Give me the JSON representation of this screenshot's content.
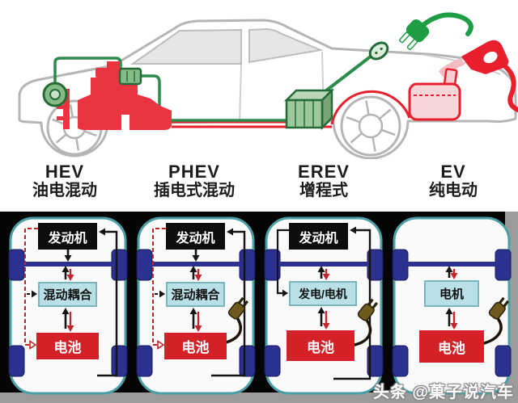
{
  "header_labels": [
    {
      "title": "HEV",
      "subtitle": "油电混动"
    },
    {
      "title": "PHEV",
      "subtitle": "插电式混动"
    },
    {
      "title": "EREV",
      "subtitle": "增程式"
    },
    {
      "title": "EV",
      "subtitle": "纯电动"
    }
  ],
  "panels": [
    {
      "engine": "发动机",
      "mid": "混动耦合",
      "battery": "电池"
    },
    {
      "engine": "发动机",
      "mid": "混动耦合",
      "battery": "电池"
    },
    {
      "engine": "发动机",
      "mid": "发电/电机",
      "battery": "电池"
    },
    {
      "mid": "电机",
      "battery": "电池"
    }
  ],
  "watermark": "头条 @菓子说汽车",
  "colors": {
    "panel_border_teal": "#4aa0a6",
    "wheel_navy": "#2c3190",
    "battery_red": "#d42027",
    "coupler_blue": "#b9e0e6",
    "engine_box_black": "#0d0d0d",
    "arrow_red": "#c5232b",
    "arrow_black": "#141414",
    "ev_green": "#1f9d44",
    "engine_red": "#ea3440",
    "fuel_red": "#e8202e",
    "plug_brown": "#6e5a1e",
    "strip_background": "#050505",
    "car_outline_gray": "#b5b5b5"
  }
}
